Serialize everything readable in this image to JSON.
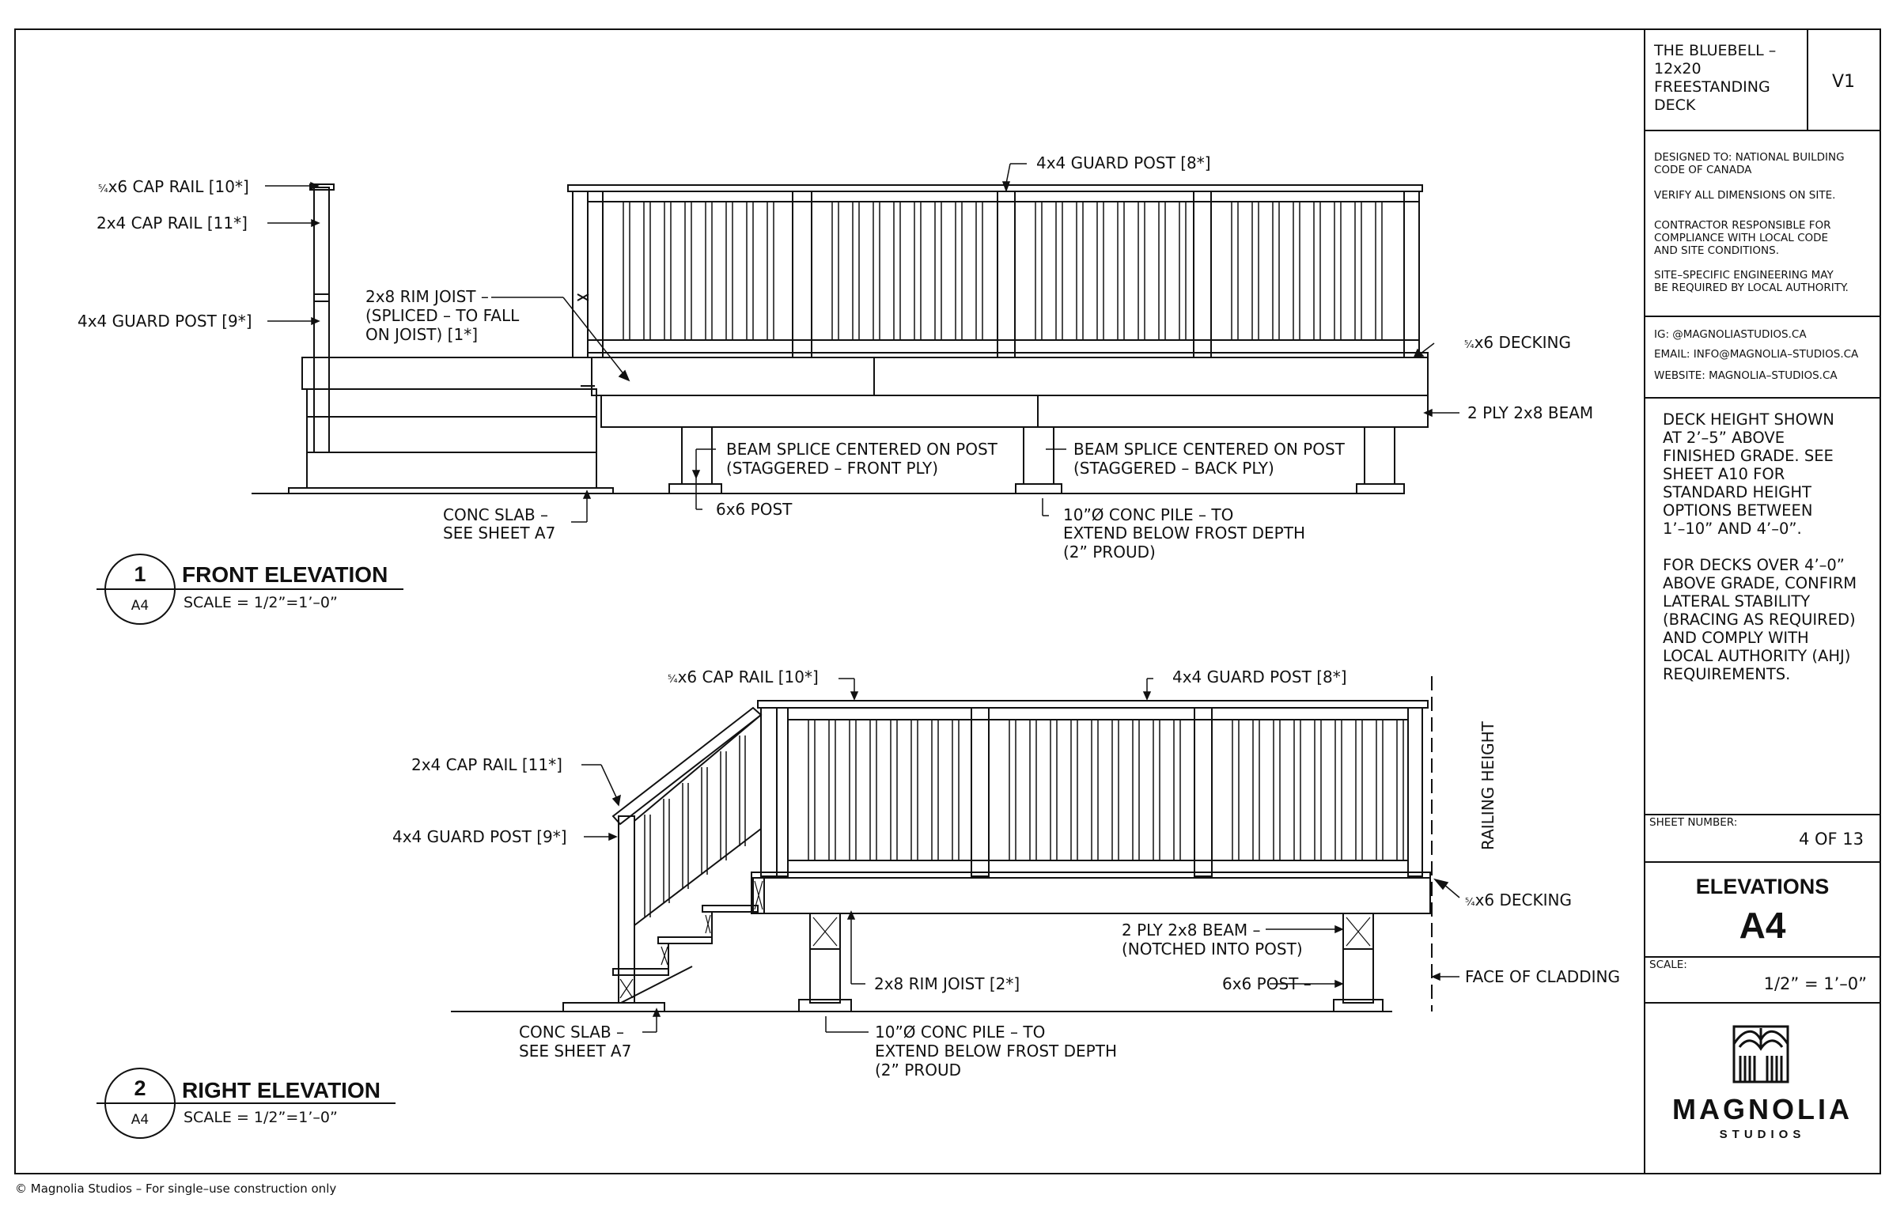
{
  "title_block": {
    "project_lines": [
      "THE BLUEBELL –",
      "12x20",
      "FREESTANDING",
      "DECK"
    ],
    "version": "V1",
    "notes_lines": [
      "DESIGNED TO: NATIONAL BUILDING",
      "CODE OF CANADA",
      "VERIFY ALL DIMENSIONS ON SITE.",
      "CONTRACTOR RESPONSIBLE FOR",
      "COMPLIANCE WITH LOCAL CODE",
      "AND SITE CONDITIONS.",
      "SITE–SPECIFIC ENGINEERING MAY",
      "BE REQUIRED BY LOCAL AUTHORITY."
    ],
    "contact": {
      "ig": "IG: @MAGNOLIASTUDIOS.CA",
      "email": "EMAIL: INFO@MAGNOLIA–STUDIOS.CA",
      "website": "WEBSITE: MAGNOLIA–STUDIOS.CA"
    },
    "height_note_lines": [
      "DECK HEIGHT SHOWN",
      "AT 2’–5” ABOVE",
      "FINISHED GRADE. SEE",
      "SHEET A10 FOR",
      "STANDARD HEIGHT",
      "OPTIONS BETWEEN",
      "1’–10” AND 4’–0”.",
      "FOR DECKS OVER 4’–0”",
      "ABOVE GRADE, CONFIRM",
      "LATERAL STABILITY",
      "(BRACING AS REQUIRED)",
      "AND COMPLY WITH",
      "LOCAL AUTHORITY (AHJ)",
      "REQUIREMENTS."
    ],
    "sheet_number_label": "SHEET NUMBER:",
    "sheet_number": "4 OF 13",
    "sheet_title": "ELEVATIONS",
    "sheet_id": "A4",
    "scale_label": "SCALE:",
    "scale_value": "1/2” = 1’–0”",
    "logo_name": "MAGNOLIA",
    "logo_sub": "STUDIOS"
  },
  "footer": "© Magnolia Studios – For single–use construction only",
  "front_elevation": {
    "number": "1",
    "ref": "A4",
    "title": "FRONT ELEVATION",
    "scale": "SCALE = 1/2”=1’–0”",
    "labels": {
      "cap_rail_54": "x6 CAP RAIL [10*]",
      "cap_rail_2x4": "2x4 CAP RAIL [11*]",
      "guard_post_9": "4x4 GUARD POST [9*]",
      "guard_post_8": "4x4 GUARD POST [8*]",
      "rim_joist_1": "2x8 RIM JOIST –",
      "rim_joist_2": "(SPLICED – TO FALL",
      "rim_joist_3": "ON JOIST) [1*]",
      "decking": "x6 DECKING",
      "beam": "2 PLY 2x8 BEAM",
      "splice_front_1": "BEAM SPLICE CENTERED ON POST",
      "splice_front_2": "(STAGGERED – FRONT PLY)",
      "splice_back_1": "BEAM SPLICE CENTERED ON POST",
      "splice_back_2": "(STAGGERED – BACK PLY)",
      "post": "6x6 POST",
      "slab_1": "CONC SLAB –",
      "slab_2": "SEE SHEET A7",
      "pile_1": "10”Ø CONC PILE – TO",
      "pile_2": "EXTEND BELOW FROST DEPTH",
      "pile_3": "(2” PROUD)"
    }
  },
  "right_elevation": {
    "number": "2",
    "ref": "A4",
    "title": "RIGHT ELEVATION",
    "scale": "SCALE = 1/2”=1’–0”",
    "labels": {
      "cap_rail_54": "x6 CAP RAIL [10*]",
      "guard_post_8": "4x4 GUARD POST [8*]",
      "cap_rail_2x4": "2x4 CAP RAIL [11*]",
      "guard_post_9": "4x4 GUARD POST [9*]",
      "railing_height": "RAILING HEIGHT",
      "decking": "x6 DECKING",
      "beam_1": "2 PLY 2x8 BEAM –",
      "beam_2": "(NOTCHED INTO POST)",
      "rim_joist": "2x8 RIM JOIST [2*]",
      "post": "6x6 POST –",
      "cladding": "FACE OF CLADDING",
      "slab_1": "CONC SLAB –",
      "slab_2": "SEE SHEET A7",
      "pile_1": "10”Ø CONC PILE – TO",
      "pile_2": "EXTEND BELOW FROST DEPTH",
      "pile_3": "(2” PROUD"
    }
  }
}
